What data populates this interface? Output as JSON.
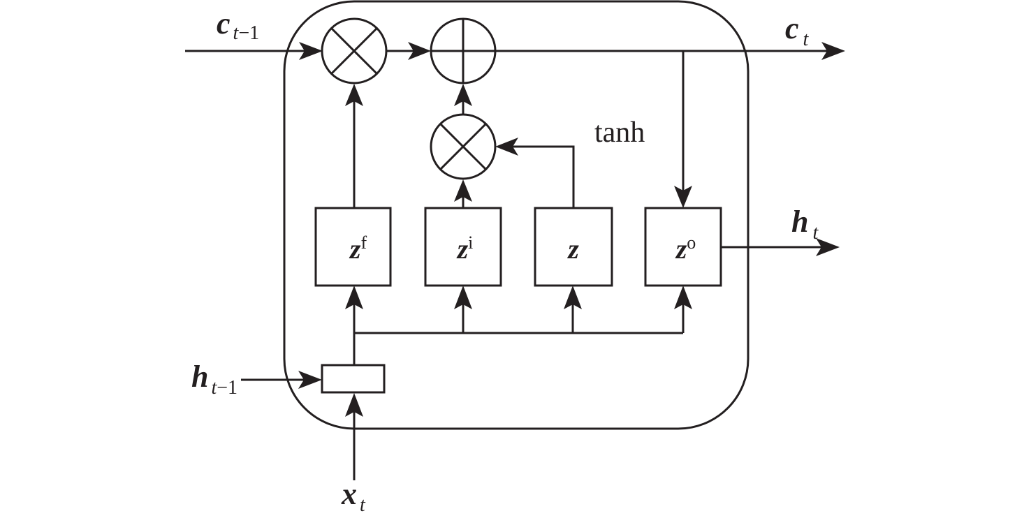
{
  "diagram": {
    "title": "LSTM cell",
    "inputs": {
      "c_prev": {
        "symbol": "c",
        "subscript_var": "t",
        "subscript_rest": "−1"
      },
      "h_prev": {
        "symbol": "h",
        "subscript_var": "t",
        "subscript_rest": "−1"
      },
      "x": {
        "symbol": "x",
        "subscript_var": "t"
      }
    },
    "outputs": {
      "c": {
        "symbol": "c",
        "subscript_var": "t"
      },
      "h": {
        "symbol": "h",
        "subscript_var": "t"
      }
    },
    "gates": [
      {
        "id": "forget",
        "symbol": "z",
        "superscript": "f"
      },
      {
        "id": "input",
        "symbol": "z",
        "superscript": "i"
      },
      {
        "id": "candidate",
        "symbol": "z",
        "superscript": ""
      },
      {
        "id": "output",
        "symbol": "z",
        "superscript": "o"
      }
    ],
    "operators": [
      {
        "id": "forget-multiply",
        "type": "multiply",
        "glyph": "⊗"
      },
      {
        "id": "cell-add",
        "type": "add",
        "glyph": "⊕"
      },
      {
        "id": "input-multiply",
        "type": "multiply",
        "glyph": "⊗"
      }
    ],
    "activation_label": "tanh",
    "colors": {
      "ink": "#231f20",
      "background": "#ffffff"
    }
  }
}
